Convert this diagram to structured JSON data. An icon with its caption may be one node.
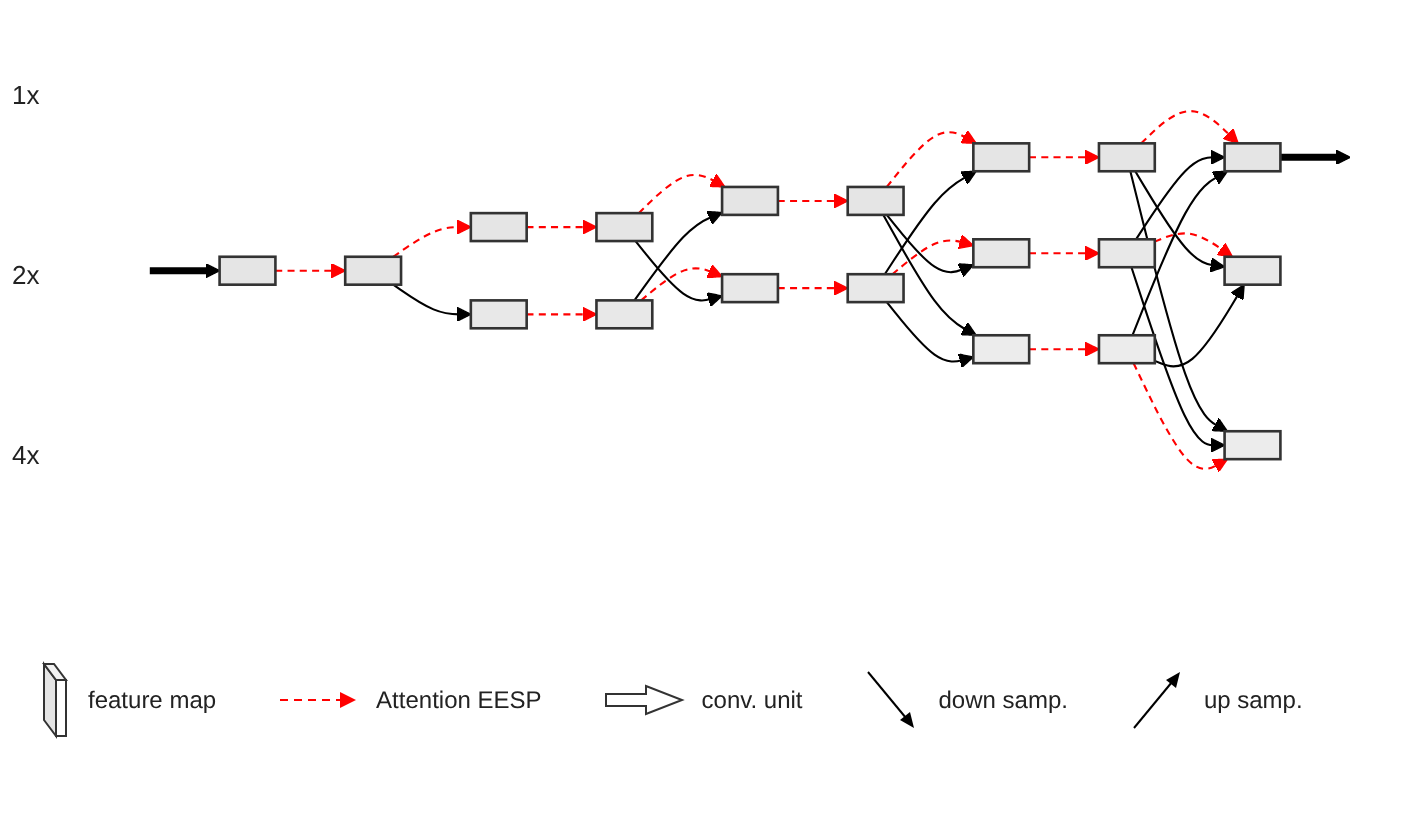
{
  "diagram": {
    "nodes": [
      {
        "text": [],
        "shape": "box"
      },
      {
        "text": [],
        "shape": "box"
      },
      {
        "text": [],
        "shape": "box"
      },
      {
        "text": [],
        "shape": "box"
      },
      {
        "text": [],
        "shape": "box"
      },
      {
        "text": [],
        "shape": "box"
      },
      {
        "text": [],
        "shape": "box"
      },
      {
        "text": [],
        "shape": "box"
      },
      {
        "text": [],
        "shape": "box"
      },
      {
        "text": [],
        "shape": "box"
      },
      {
        "text": [],
        "shape": "box"
      },
      {
        "text": [],
        "shape": "box"
      },
      {
        "text": [],
        "shape": "box"
      },
      {
        "text": [],
        "shape": "box"
      },
      {
        "text": [],
        "shape": "box"
      },
      {
        "text": [],
        "shape": "box"
      },
      {
        "text": [],
        "shape": "box"
      },
      {
        "text": [],
        "shape": "box"
      },
      {
        "text": [],
        "shape": "box"
      }
    ],
    "edges": [
      {
        "from": null,
        "to": 0,
        "arrow": "to",
        "style": "thick",
        "color": "#000000"
      },
      {
        "from": 0,
        "to": 1,
        "arrow": "to",
        "style": "dashed"
      },
      {
        "from": 1,
        "to": 2,
        "arrow": "to",
        "style": "dashed"
      },
      {
        "from": 2,
        "to": 3,
        "arrow": "to",
        "style": "dashed"
      },
      {
        "from": 3,
        "to": 4,
        "arrow": "to",
        "style": "dashed"
      },
      {
        "from": 4,
        "to": 5,
        "arrow": "to",
        "style": "dashed"
      },
      {
        "from": 5,
        "to": 6,
        "arrow": "to",
        "style": "dashed"
      },
      {
        "from": 6,
        "to": 7,
        "arrow": "to",
        "style": "dashed"
      },
      {
        "from": 7,
        "to": 8,
        "arrow": "to",
        "style": "dashed"
      },
      {
        "from": 8,
        "to": null,
        "arrow": "to",
        "style": "thick",
        "color": "#000000"
      },
      {
        "from": 1,
        "to": 9,
        "arrow": "to",
        "color": "#000000"
      },
      {
        "from": 9,
        "to": 10,
        "arrow": "to",
        "style": "dashed"
      },
      {
        "from": 10,
        "to": 11,
        "arrow": "to",
        "style": "dashed"
      },
      {
        "from": 11,
        "to": 12,
        "arrow": "to",
        "style": "dashed"
      },
      {
        "from": 12,
        "to": 13,
        "arrow": "to",
        "style": "dashed"
      },
      {
        "from": 13,
        "to": 14,
        "arrow": "to",
        "style": "dashed"
      },
      {
        "from": 14,
        "to": 15,
        "arrow": "to",
        "style": "dashed"
      },
      {
        "from": 10,
        "to": 4,
        "arrow": "to",
        "color": "#000000"
      },
      {
        "from": 3,
        "to": 11,
        "arrow": "to",
        "color": "#000000"
      },
      {
        "from": 5,
        "to": 13,
        "arrow": "to",
        "color": "#000000"
      },
      {
        "from": 5,
        "to": 16,
        "arrow": "to",
        "color": "#000000"
      },
      {
        "from": 12,
        "to": 6,
        "arrow": "to",
        "color": "#000000"
      },
      {
        "from": 12,
        "to": 16,
        "arrow": "to",
        "color": "#000000"
      },
      {
        "from": 7,
        "to": 15,
        "arrow": "to",
        "color": "#000000"
      },
      {
        "from": 7,
        "to": 18,
        "arrow": "to",
        "color": "#000000"
      },
      {
        "from": 14,
        "to": 8,
        "arrow": "to",
        "color": "#000000"
      },
      {
        "from": 14,
        "to": 18,
        "arrow": "to",
        "color": "#000000"
      },
      {
        "from": 17,
        "to": 8,
        "arrow": "to",
        "color": "#000000"
      },
      {
        "from": 17,
        "to": 15,
        "arrow": "to",
        "color": "#000000"
      },
      {
        "from": 16,
        "to": 17,
        "arrow": "to",
        "style": "dashed"
      },
      {
        "from": 17,
        "to": 18,
        "arrow": "to",
        "style": "dashed"
      }
    ],
    "labels": [
      "1x",
      "2x",
      "4x"
    ],
    "legend": [
      {
        "text": "feature map"
      },
      {
        "text": "Attention EESP"
      },
      {
        "text": "conv. unit"
      },
      {
        "text": "down samp."
      },
      {
        "text": "up samp."
      }
    ]
  }
}
